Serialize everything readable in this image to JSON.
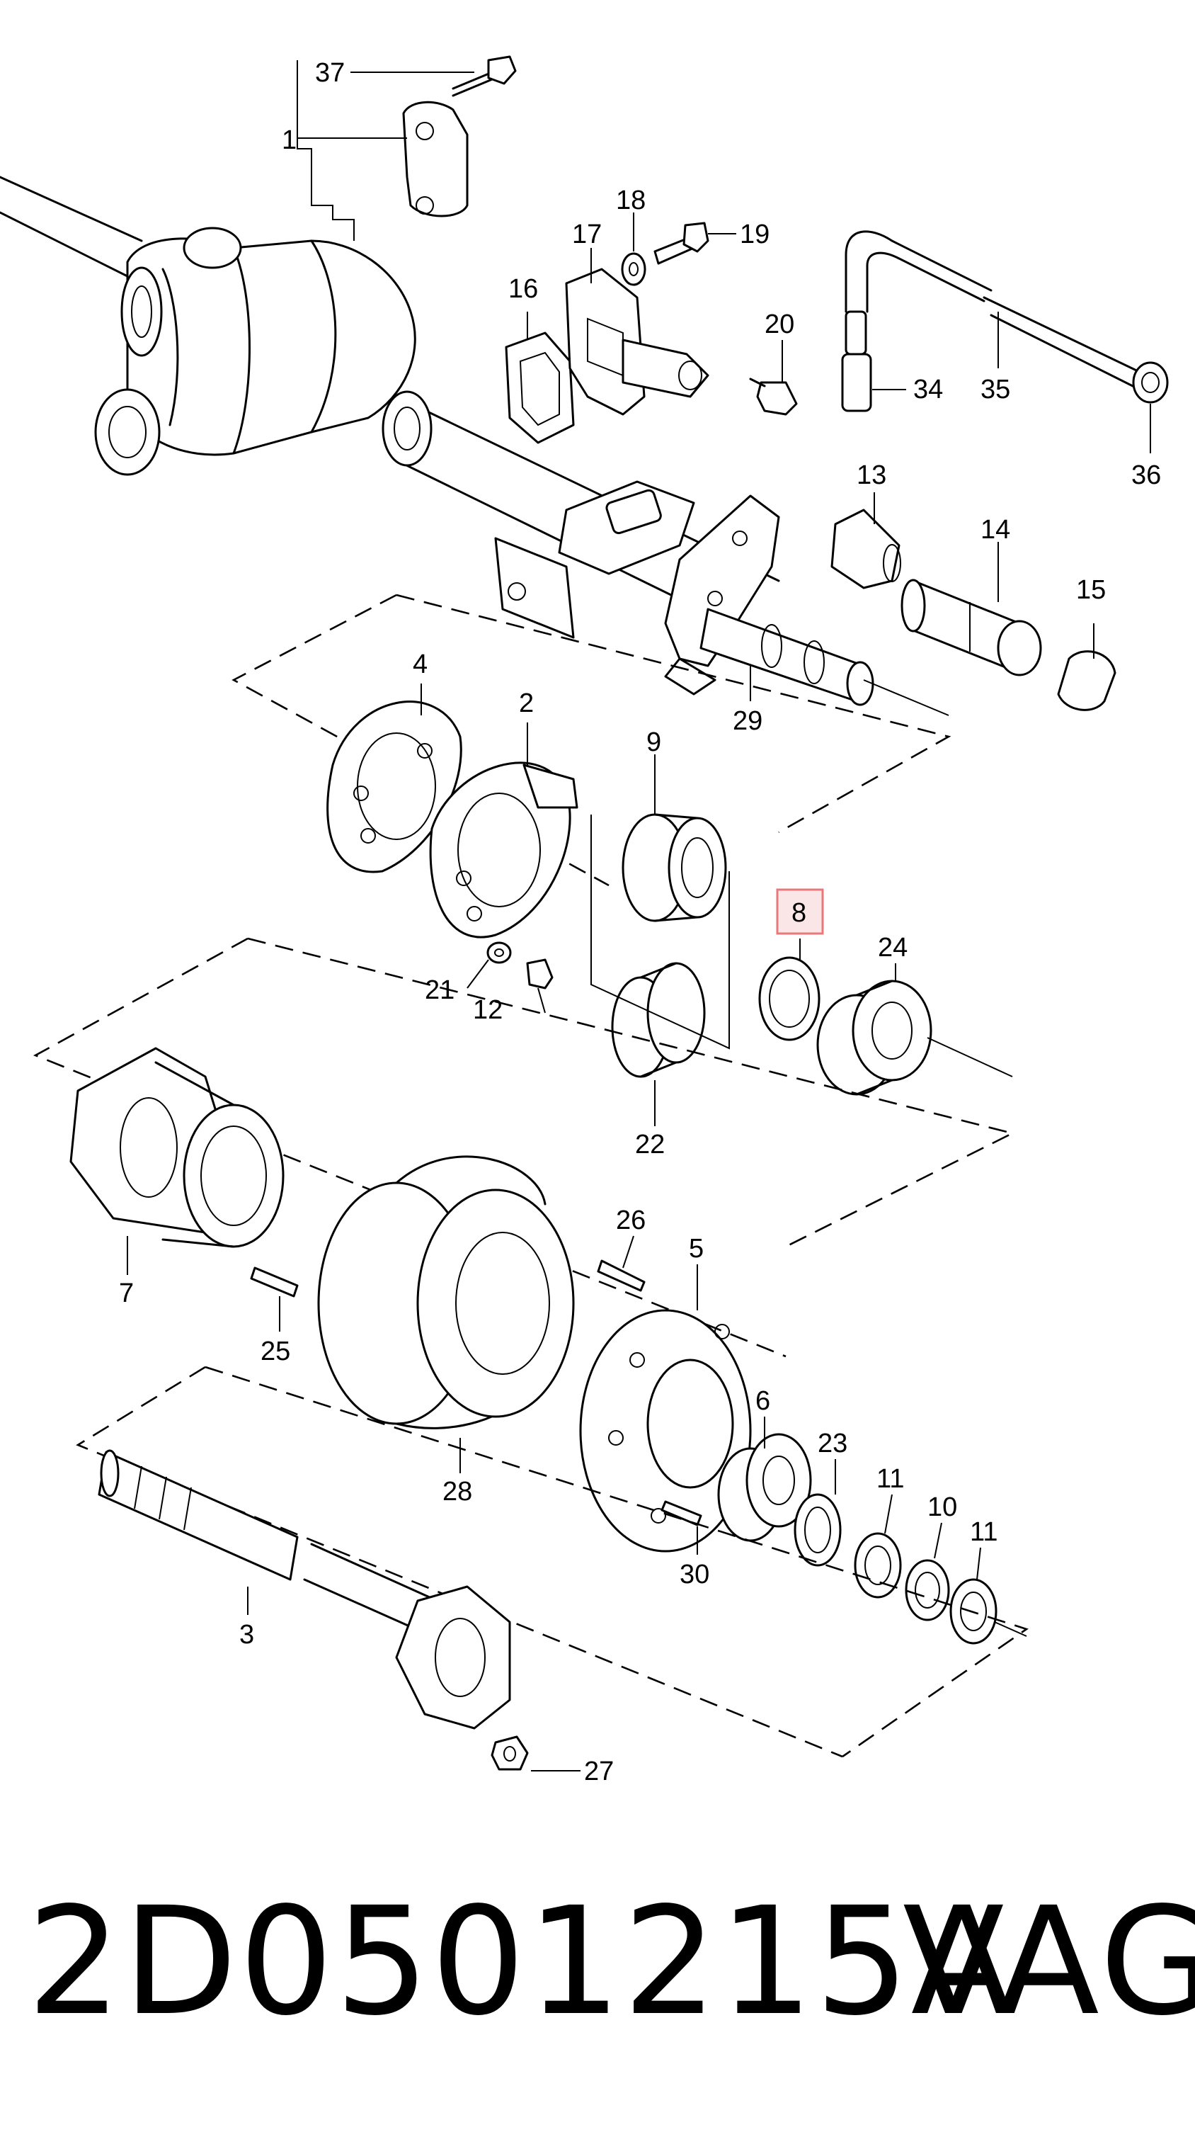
{
  "diagram": {
    "callouts": [
      "37",
      "1",
      "18",
      "19",
      "17",
      "16",
      "20",
      "34",
      "35",
      "36",
      "13",
      "14",
      "15",
      "4",
      "2",
      "9",
      "29",
      "8",
      "24",
      "21",
      "12",
      "22",
      "7",
      "25",
      "26",
      "5",
      "28",
      "6",
      "23",
      "11",
      "10",
      "11",
      "30",
      "3",
      "27"
    ],
    "highlighted_callout": "8",
    "highlight_color": "#e8787a"
  },
  "footer": {
    "part_number": "2D0501215A",
    "maker": "VAG"
  }
}
